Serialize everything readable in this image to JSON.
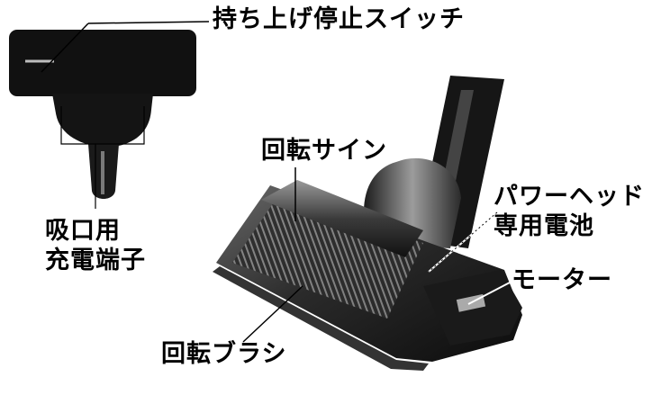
{
  "labels": {
    "lift_stop_switch": "持ち上げ停止スイッチ",
    "rotation_sign": "回転サイン",
    "battery_line1": "パワーヘッド",
    "battery_line2": "専用電池",
    "motor": "モーター",
    "rotating_brush": "回転ブラシ",
    "terminal_line1": "吸口用",
    "terminal_line2": "充電端子"
  },
  "colors": {
    "line": "#000000",
    "body_dark": "#141414",
    "body_mid": "#3a3a3a",
    "highlight": "#bdbdbd"
  }
}
